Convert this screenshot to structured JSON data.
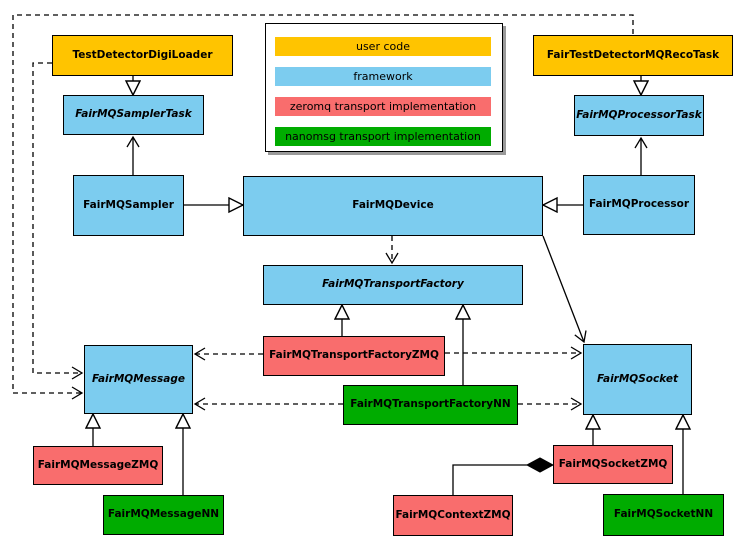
{
  "colors": {
    "user_code": "#FFC400",
    "framework": "#7CCCEF",
    "zeromq": "#F96D6D",
    "nanomsg": "#00AC00",
    "line": "#000000",
    "background": "#FFFFFF"
  },
  "legend": {
    "items": [
      {
        "label": "user code",
        "color": "#FFC400"
      },
      {
        "label": "framework",
        "color": "#7CCCEF"
      },
      {
        "label": "zeromq transport implementation",
        "color": "#F96D6D"
      },
      {
        "label": "nanomsg transport implementation",
        "color": "#00AC00"
      }
    ]
  },
  "nodes": {
    "test_detector_digi_loader": {
      "label": "TestDetectorDigiLoader",
      "category": "user code",
      "abstract": false
    },
    "fair_test_detector_mq_reco_task": {
      "label": "FairTestDetectorMQRecoTask",
      "category": "user code",
      "abstract": false
    },
    "fair_mq_sampler_task": {
      "label": "FairMQSamplerTask",
      "category": "framework",
      "abstract": true
    },
    "fair_mq_processor_task": {
      "label": "FairMQProcessorTask",
      "category": "framework",
      "abstract": true
    },
    "fair_mq_sampler": {
      "label": "FairMQSampler",
      "category": "framework",
      "abstract": false
    },
    "fair_mq_device": {
      "label": "FairMQDevice",
      "category": "framework",
      "abstract": false
    },
    "fair_mq_processor": {
      "label": "FairMQProcessor",
      "category": "framework",
      "abstract": false
    },
    "fair_mq_transport_factory": {
      "label": "FairMQTransportFactory",
      "category": "framework",
      "abstract": true
    },
    "fair_mq_transport_factory_zmq": {
      "label": "FairMQTransportFactoryZMQ",
      "category": "zeromq",
      "abstract": false
    },
    "fair_mq_transport_factory_nn": {
      "label": "FairMQTransportFactoryNN",
      "category": "nanomsg",
      "abstract": false
    },
    "fair_mq_message": {
      "label": "FairMQMessage",
      "category": "framework",
      "abstract": true
    },
    "fair_mq_socket": {
      "label": "FairMQSocket",
      "category": "framework",
      "abstract": true
    },
    "fair_mq_message_zmq": {
      "label": "FairMQMessageZMQ",
      "category": "zeromq",
      "abstract": false
    },
    "fair_mq_message_nn": {
      "label": "FairMQMessageNN",
      "category": "nanomsg",
      "abstract": false
    },
    "fair_mq_socket_zmq": {
      "label": "FairMQSocketZMQ",
      "category": "zeromq",
      "abstract": false
    },
    "fair_mq_socket_nn": {
      "label": "FairMQSocketNN",
      "category": "nanomsg",
      "abstract": false
    },
    "fair_mq_context_zmq": {
      "label": "FairMQContextZMQ",
      "category": "zeromq",
      "abstract": false
    }
  },
  "edges": [
    {
      "from": "TestDetectorDigiLoader",
      "to": "FairMQSamplerTask",
      "type": "inheritance"
    },
    {
      "from": "FairTestDetectorMQRecoTask",
      "to": "FairMQProcessorTask",
      "type": "inheritance"
    },
    {
      "from": "FairMQSampler",
      "to": "FairMQDevice",
      "type": "inheritance"
    },
    {
      "from": "FairMQProcessor",
      "to": "FairMQDevice",
      "type": "inheritance"
    },
    {
      "from": "FairMQTransportFactoryZMQ",
      "to": "FairMQTransportFactory",
      "type": "inheritance"
    },
    {
      "from": "FairMQTransportFactoryNN",
      "to": "FairMQTransportFactory",
      "type": "inheritance"
    },
    {
      "from": "FairMQMessageZMQ",
      "to": "FairMQMessage",
      "type": "inheritance"
    },
    {
      "from": "FairMQMessageNN",
      "to": "FairMQMessage",
      "type": "inheritance"
    },
    {
      "from": "FairMQSocketZMQ",
      "to": "FairMQSocket",
      "type": "inheritance"
    },
    {
      "from": "FairMQSocketNN",
      "to": "FairMQSocket",
      "type": "inheritance"
    },
    {
      "from": "FairMQSampler",
      "to": "FairMQSamplerTask",
      "type": "association"
    },
    {
      "from": "FairMQProcessor",
      "to": "FairMQProcessorTask",
      "type": "association"
    },
    {
      "from": "FairMQDevice",
      "to": "FairMQSocket",
      "type": "association"
    },
    {
      "from": "FairMQDevice",
      "to": "FairMQTransportFactory",
      "type": "dependency"
    },
    {
      "from": "FairMQTransportFactoryZMQ",
      "to": "FairMQMessage",
      "type": "dependency"
    },
    {
      "from": "FairMQTransportFactoryZMQ",
      "to": "FairMQSocket",
      "type": "dependency"
    },
    {
      "from": "FairMQTransportFactoryNN",
      "to": "FairMQMessage",
      "type": "dependency"
    },
    {
      "from": "FairMQTransportFactoryNN",
      "to": "FairMQSocket",
      "type": "dependency"
    },
    {
      "from": "FairTestDetectorMQRecoTask",
      "to": "FairMQMessage",
      "type": "dependency"
    },
    {
      "from": "TestDetectorDigiLoader",
      "to": "FairMQMessage",
      "type": "dependency"
    },
    {
      "from": "FairMQSocketZMQ",
      "to": "FairMQContextZMQ",
      "type": "composition"
    }
  ]
}
